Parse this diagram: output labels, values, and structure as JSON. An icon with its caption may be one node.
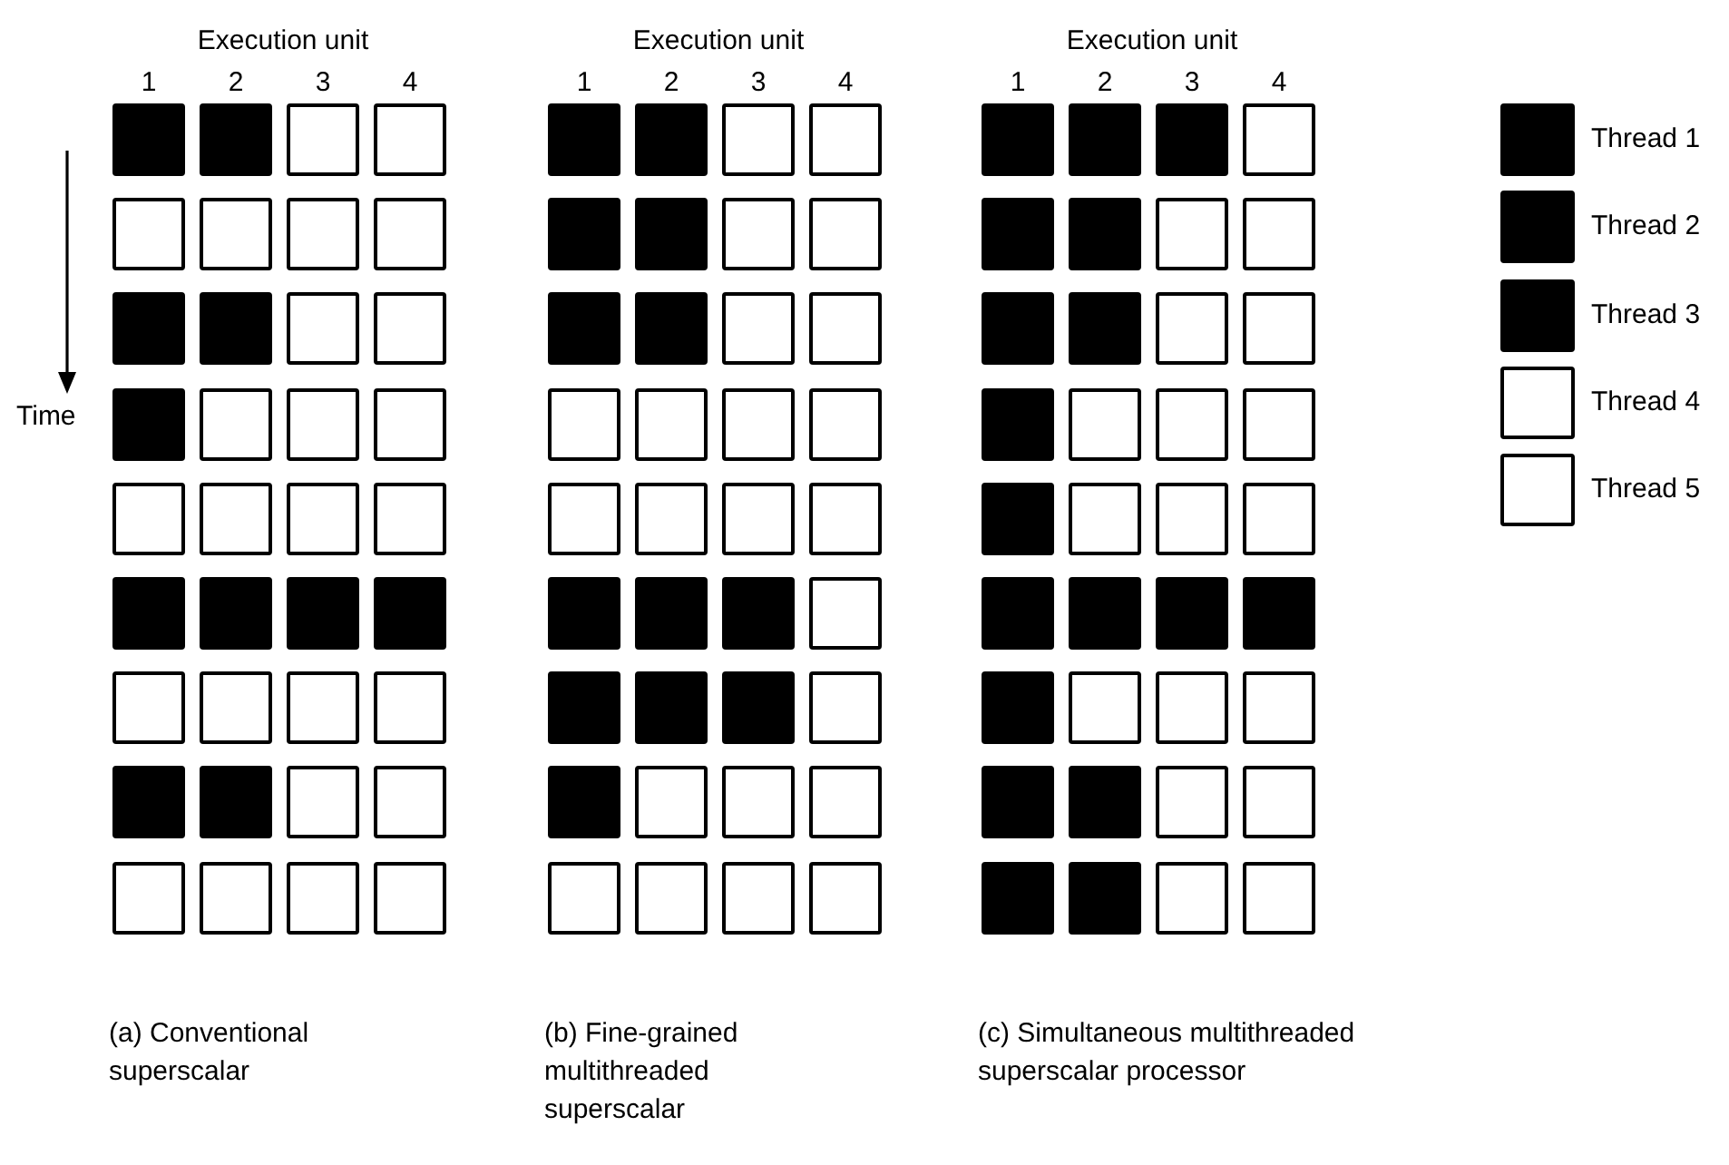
{
  "diagram": {
    "labels": [
      "Execution unit",
      "Execution unit",
      "Execution unit",
      "1",
      "2",
      "3",
      "4",
      "1",
      "2",
      "3",
      "4",
      "1",
      "2",
      "3",
      "4",
      "Time",
      "(a) Conventional superscalar",
      "(b) Fine-grained multithreaded superscalar",
      "(c) Simultaneous multithreaded superscalar processor"
    ],
    "legend": [
      {
        "text": "Thread 1",
        "color": "#000000"
      },
      {
        "text": "Thread 2",
        "color": "#000000"
      },
      {
        "text": "Thread 3",
        "color": "#000000"
      },
      {
        "text": "Thread 4",
        "color": "#ffffff"
      },
      {
        "text": "Thread 5",
        "color": "#ffffff"
      }
    ]
  }
}
